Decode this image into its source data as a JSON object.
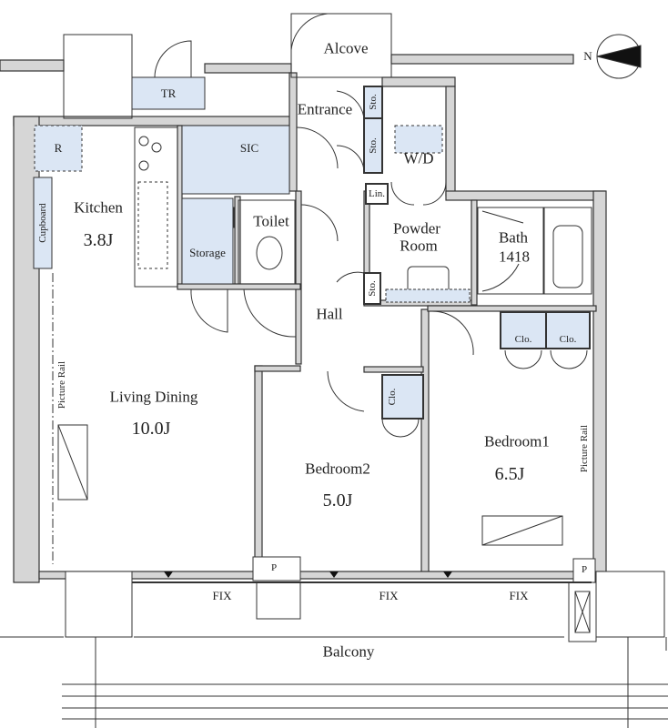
{
  "colors": {
    "wall": "#d6d6d6",
    "line": "#333333",
    "fixture": "#dbe6f4"
  },
  "compass": {
    "label": "N",
    "icon": "north-arrow-icon"
  },
  "rooms": {
    "alcove": "Alcove",
    "entrance": "Entrance",
    "tr": "TR",
    "sic": "SIC",
    "kitchen": "Kitchen",
    "kitchen_area": "3.8J",
    "refrigerator": "R",
    "cupboard": "Cupboard",
    "storage": "Storage",
    "toilet": "Toilet",
    "wd": "W/D",
    "linen": "Lin.",
    "powder_room_1": "Powder",
    "powder_room_2": "Room",
    "bath": "Bath",
    "bath_size": "1418",
    "hall": "Hall",
    "living": "Living Dining",
    "living_area": "10.0J",
    "bedroom2": "Bedroom2",
    "bedroom2_area": "5.0J",
    "bedroom1": "Bedroom1",
    "bedroom1_area": "6.5J",
    "balcony": "Balcony"
  },
  "storage_labels": {
    "sto": "Sto.",
    "clo": "Clo."
  },
  "picture_rail": "Picture Rail",
  "windows": {
    "fix": "FIX",
    "pipe": "P"
  }
}
